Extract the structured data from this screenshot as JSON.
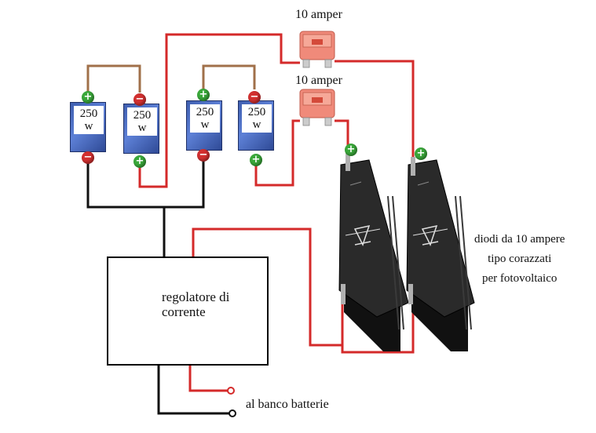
{
  "fuses": [
    {
      "label": "10 amper"
    },
    {
      "label": "10 amper"
    }
  ],
  "panels": [
    {
      "label_line1": "250",
      "label_line2": "w"
    },
    {
      "label_line1": "250",
      "label_line2": "w"
    },
    {
      "label_line1": "250",
      "label_line2": "w"
    },
    {
      "label_line1": "250",
      "label_line2": "w"
    }
  ],
  "terminal_symbols": {
    "positive": "+",
    "negative": "−"
  },
  "regulator": {
    "line1": "regolatore di",
    "line2": "corrente"
  },
  "diodes_caption": {
    "line1": "diodi da 10 ampere",
    "line2": "tipo corazzati",
    "line3": "per fotovoltaico"
  },
  "battery_label": "al banco batterie",
  "colors": {
    "wire_red": "#d42a2a",
    "wire_black": "#111111",
    "wire_brown": "#a0704a",
    "fuse_pink": "#f08a7a",
    "panel_blue": "#4a6cc4",
    "diode_body": "#1c1c1c",
    "terminal_positive": "#3aa83a",
    "terminal_negative": "#d23030"
  }
}
